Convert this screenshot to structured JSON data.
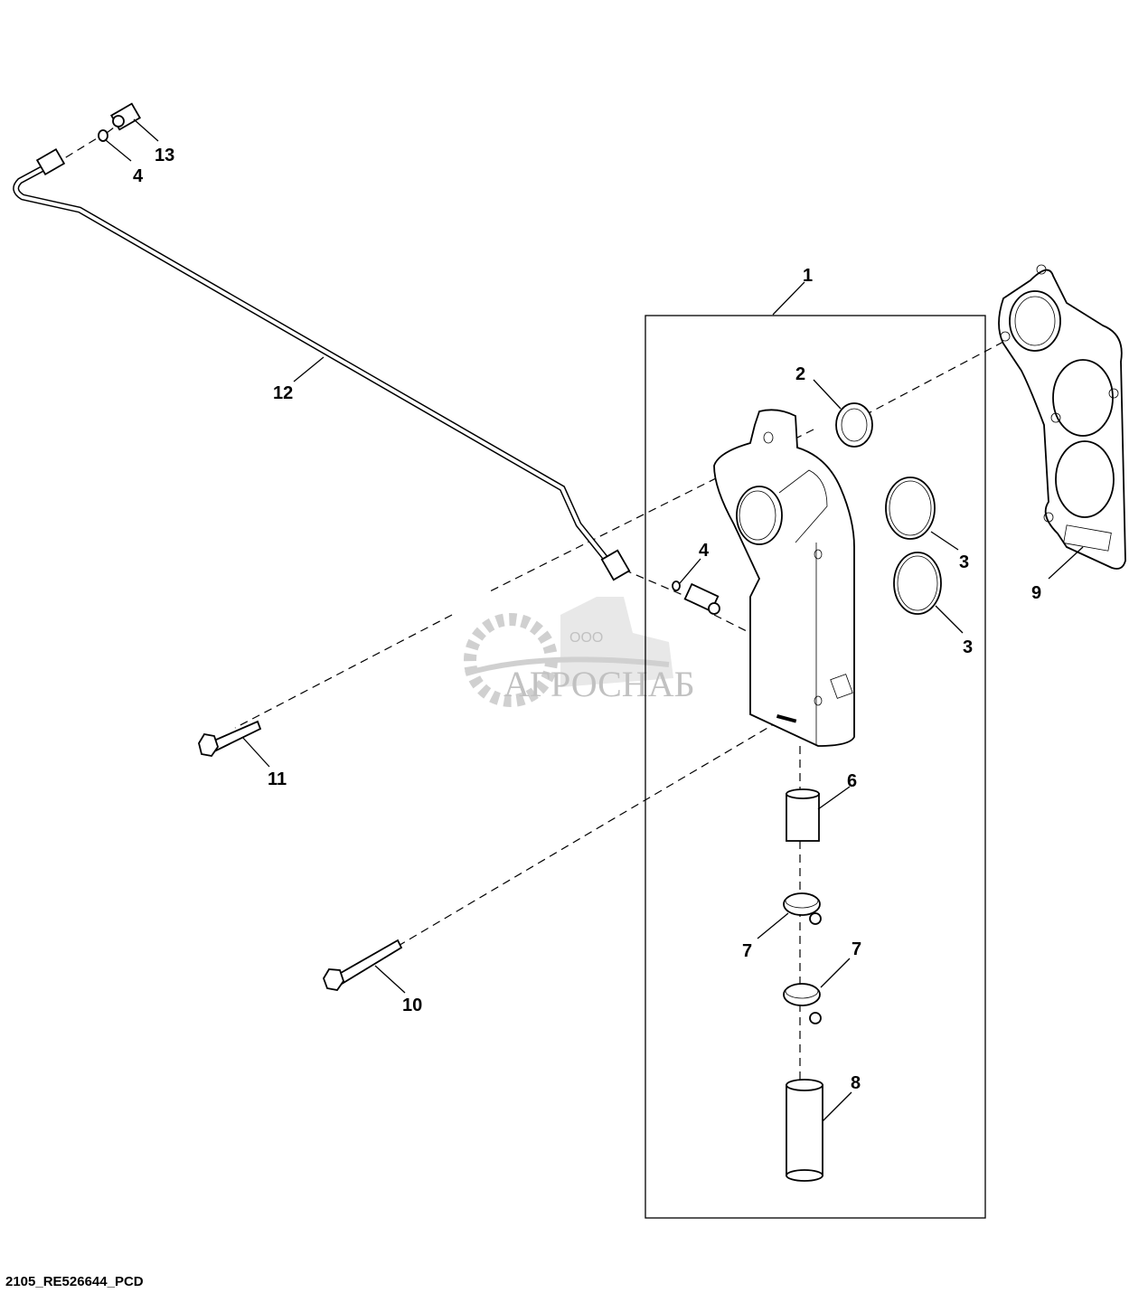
{
  "diagram": {
    "callouts": {
      "c1": "1",
      "c2": "2",
      "c3a": "3",
      "c3b": "3",
      "c4a": "4",
      "c4b": "4",
      "c6": "6",
      "c7a": "7",
      "c7b": "7",
      "c8": "8",
      "c9": "9",
      "c10": "10",
      "c11": "11",
      "c12": "12",
      "c13": "13"
    },
    "watermark": {
      "prefix": "ООО",
      "name": "АГРОСНАБ"
    },
    "footer_code": "2105_RE526644_PCD"
  }
}
